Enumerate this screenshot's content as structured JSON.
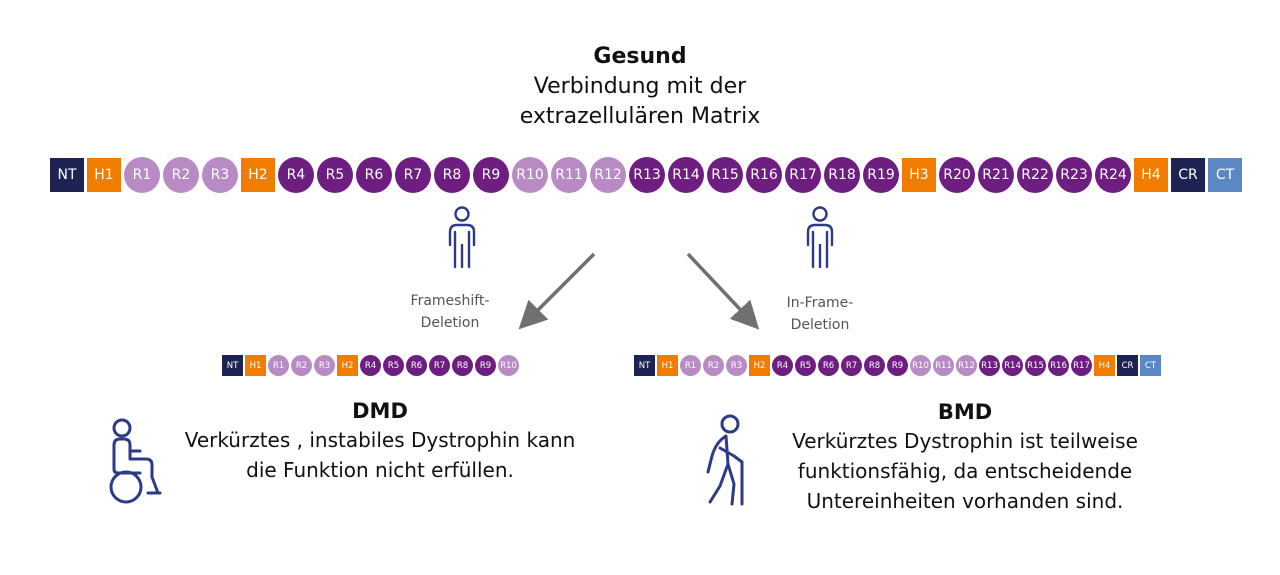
{
  "header": {
    "title": "Gesund",
    "subtitle_line1": "Verbindung mit der",
    "subtitle_line2": "extrazellulären Matrix"
  },
  "colors": {
    "navy": "#1d2353",
    "orange": "#f07d00",
    "light_purple": "#b98bc4",
    "dark_purple": "#6e1e80",
    "blue": "#5b87c5",
    "icon_blue": "#2d3a86",
    "arrow_gray": "#707070"
  },
  "chains": {
    "full": [
      {
        "label": "NT",
        "kind": "square",
        "color": "navy"
      },
      {
        "label": "H1",
        "kind": "square",
        "color": "orange"
      },
      {
        "label": "R1",
        "kind": "circle",
        "color": "light_purple"
      },
      {
        "label": "R2",
        "kind": "circle",
        "color": "light_purple"
      },
      {
        "label": "R3",
        "kind": "circle",
        "color": "light_purple"
      },
      {
        "label": "H2",
        "kind": "square",
        "color": "orange"
      },
      {
        "label": "R4",
        "kind": "circle",
        "color": "dark_purple"
      },
      {
        "label": "R5",
        "kind": "circle",
        "color": "dark_purple"
      },
      {
        "label": "R6",
        "kind": "circle",
        "color": "dark_purple"
      },
      {
        "label": "R7",
        "kind": "circle",
        "color": "dark_purple"
      },
      {
        "label": "R8",
        "kind": "circle",
        "color": "dark_purple"
      },
      {
        "label": "R9",
        "kind": "circle",
        "color": "dark_purple"
      },
      {
        "label": "R10",
        "kind": "circle",
        "color": "light_purple"
      },
      {
        "label": "R11",
        "kind": "circle",
        "color": "light_purple"
      },
      {
        "label": "R12",
        "kind": "circle",
        "color": "light_purple"
      },
      {
        "label": "R13",
        "kind": "circle",
        "color": "dark_purple"
      },
      {
        "label": "R14",
        "kind": "circle",
        "color": "dark_purple"
      },
      {
        "label": "R15",
        "kind": "circle",
        "color": "dark_purple"
      },
      {
        "label": "R16",
        "kind": "circle",
        "color": "dark_purple"
      },
      {
        "label": "R17",
        "kind": "circle",
        "color": "dark_purple"
      },
      {
        "label": "R18",
        "kind": "circle",
        "color": "dark_purple"
      },
      {
        "label": "R19",
        "kind": "circle",
        "color": "dark_purple"
      },
      {
        "label": "H3",
        "kind": "square",
        "color": "orange"
      },
      {
        "label": "R20",
        "kind": "circle",
        "color": "dark_purple"
      },
      {
        "label": "R21",
        "kind": "circle",
        "color": "dark_purple"
      },
      {
        "label": "R22",
        "kind": "circle",
        "color": "dark_purple"
      },
      {
        "label": "R23",
        "kind": "circle",
        "color": "dark_purple"
      },
      {
        "label": "R24",
        "kind": "circle",
        "color": "dark_purple"
      },
      {
        "label": "H4",
        "kind": "square",
        "color": "orange"
      },
      {
        "label": "CR",
        "kind": "square",
        "color": "navy"
      },
      {
        "label": "CT",
        "kind": "square",
        "color": "blue"
      }
    ],
    "dmd": [
      {
        "label": "NT",
        "kind": "square",
        "color": "navy"
      },
      {
        "label": "H1",
        "kind": "square",
        "color": "orange"
      },
      {
        "label": "R1",
        "kind": "circle",
        "color": "light_purple"
      },
      {
        "label": "R2",
        "kind": "circle",
        "color": "light_purple"
      },
      {
        "label": "R3",
        "kind": "circle",
        "color": "light_purple"
      },
      {
        "label": "H2",
        "kind": "square",
        "color": "orange"
      },
      {
        "label": "R4",
        "kind": "circle",
        "color": "dark_purple"
      },
      {
        "label": "R5",
        "kind": "circle",
        "color": "dark_purple"
      },
      {
        "label": "R6",
        "kind": "circle",
        "color": "dark_purple"
      },
      {
        "label": "R7",
        "kind": "circle",
        "color": "dark_purple"
      },
      {
        "label": "R8",
        "kind": "circle",
        "color": "dark_purple"
      },
      {
        "label": "R9",
        "kind": "circle",
        "color": "dark_purple"
      },
      {
        "label": "R10",
        "kind": "circle",
        "color": "light_purple"
      }
    ],
    "bmd": [
      {
        "label": "NT",
        "kind": "square",
        "color": "navy"
      },
      {
        "label": "H1",
        "kind": "square",
        "color": "orange"
      },
      {
        "label": "R1",
        "kind": "circle",
        "color": "light_purple"
      },
      {
        "label": "R2",
        "kind": "circle",
        "color": "light_purple"
      },
      {
        "label": "R3",
        "kind": "circle",
        "color": "light_purple"
      },
      {
        "label": "H2",
        "kind": "square",
        "color": "orange"
      },
      {
        "label": "R4",
        "kind": "circle",
        "color": "dark_purple"
      },
      {
        "label": "R5",
        "kind": "circle",
        "color": "dark_purple"
      },
      {
        "label": "R6",
        "kind": "circle",
        "color": "dark_purple"
      },
      {
        "label": "R7",
        "kind": "circle",
        "color": "dark_purple"
      },
      {
        "label": "R8",
        "kind": "circle",
        "color": "dark_purple"
      },
      {
        "label": "R9",
        "kind": "circle",
        "color": "dark_purple"
      },
      {
        "label": "R10",
        "kind": "circle",
        "color": "light_purple"
      },
      {
        "label": "R11",
        "kind": "circle",
        "color": "light_purple"
      },
      {
        "label": "R12",
        "kind": "circle",
        "color": "light_purple"
      },
      {
        "label": "R13",
        "kind": "circle",
        "color": "dark_purple"
      },
      {
        "label": "R14",
        "kind": "circle",
        "color": "dark_purple"
      },
      {
        "label": "R15",
        "kind": "circle",
        "color": "dark_purple"
      },
      {
        "label": "R16",
        "kind": "circle",
        "color": "dark_purple"
      },
      {
        "label": "R17",
        "kind": "circle",
        "color": "dark_purple"
      },
      {
        "label": "H4",
        "kind": "square",
        "color": "orange"
      },
      {
        "label": "CR",
        "kind": "square",
        "color": "navy"
      },
      {
        "label": "CT",
        "kind": "square",
        "color": "blue"
      }
    ]
  },
  "arrows": {
    "left_label_line1": "Frameshift-",
    "left_label_line2": "Deletion",
    "right_label_line1": "In-Frame-",
    "right_label_line2": "Deletion"
  },
  "dmd": {
    "title": "DMD",
    "line1": "Verkürztes , instabiles Dystrophin kann",
    "line2": "die Funktion nicht erfüllen."
  },
  "bmd": {
    "title": "BMD",
    "line1": "Verkürztes Dystrophin ist teilweise",
    "line2": "funktionsfähig, da entscheidende",
    "line3": "Untereinheiten vorhanden sind."
  },
  "icons": {
    "person_left": "standing-person-icon",
    "person_right": "standing-person-icon",
    "wheelchair": "wheelchair-user-icon",
    "walker": "person-with-cane-icon"
  }
}
